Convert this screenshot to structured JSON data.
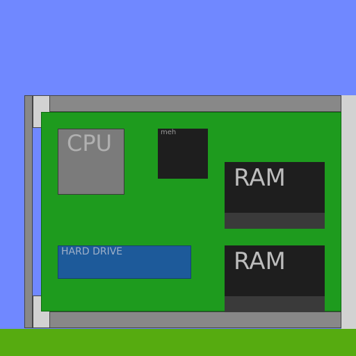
{
  "scene": {
    "cpu_label": "CPU",
    "chip_label": "meh",
    "hdd_label": "HARD DRIVE",
    "ram_slots": [
      {
        "label": "RAM"
      },
      {
        "label": "RAM"
      }
    ]
  },
  "colors": {
    "sky": "#7088ff",
    "ground": "#56ab10",
    "case": "#888888",
    "case_light": "#d2d2d2",
    "board": "#1e9b1e",
    "cpu": "#7b7b7b",
    "cpu_text": "#b0b0b0",
    "chip": "#1e1e1e",
    "chip_text": "#9a9a9a",
    "hdd": "#1d5a9a",
    "hdd_text": "#9fb0c8",
    "ram": "#1e1e1e",
    "ram_strip": "#3a3a3a",
    "ram_text": "#bdbdbd"
  },
  "icons": [
    "cpu-icon",
    "chip-icon",
    "hard-drive-icon",
    "ram-icon"
  ]
}
